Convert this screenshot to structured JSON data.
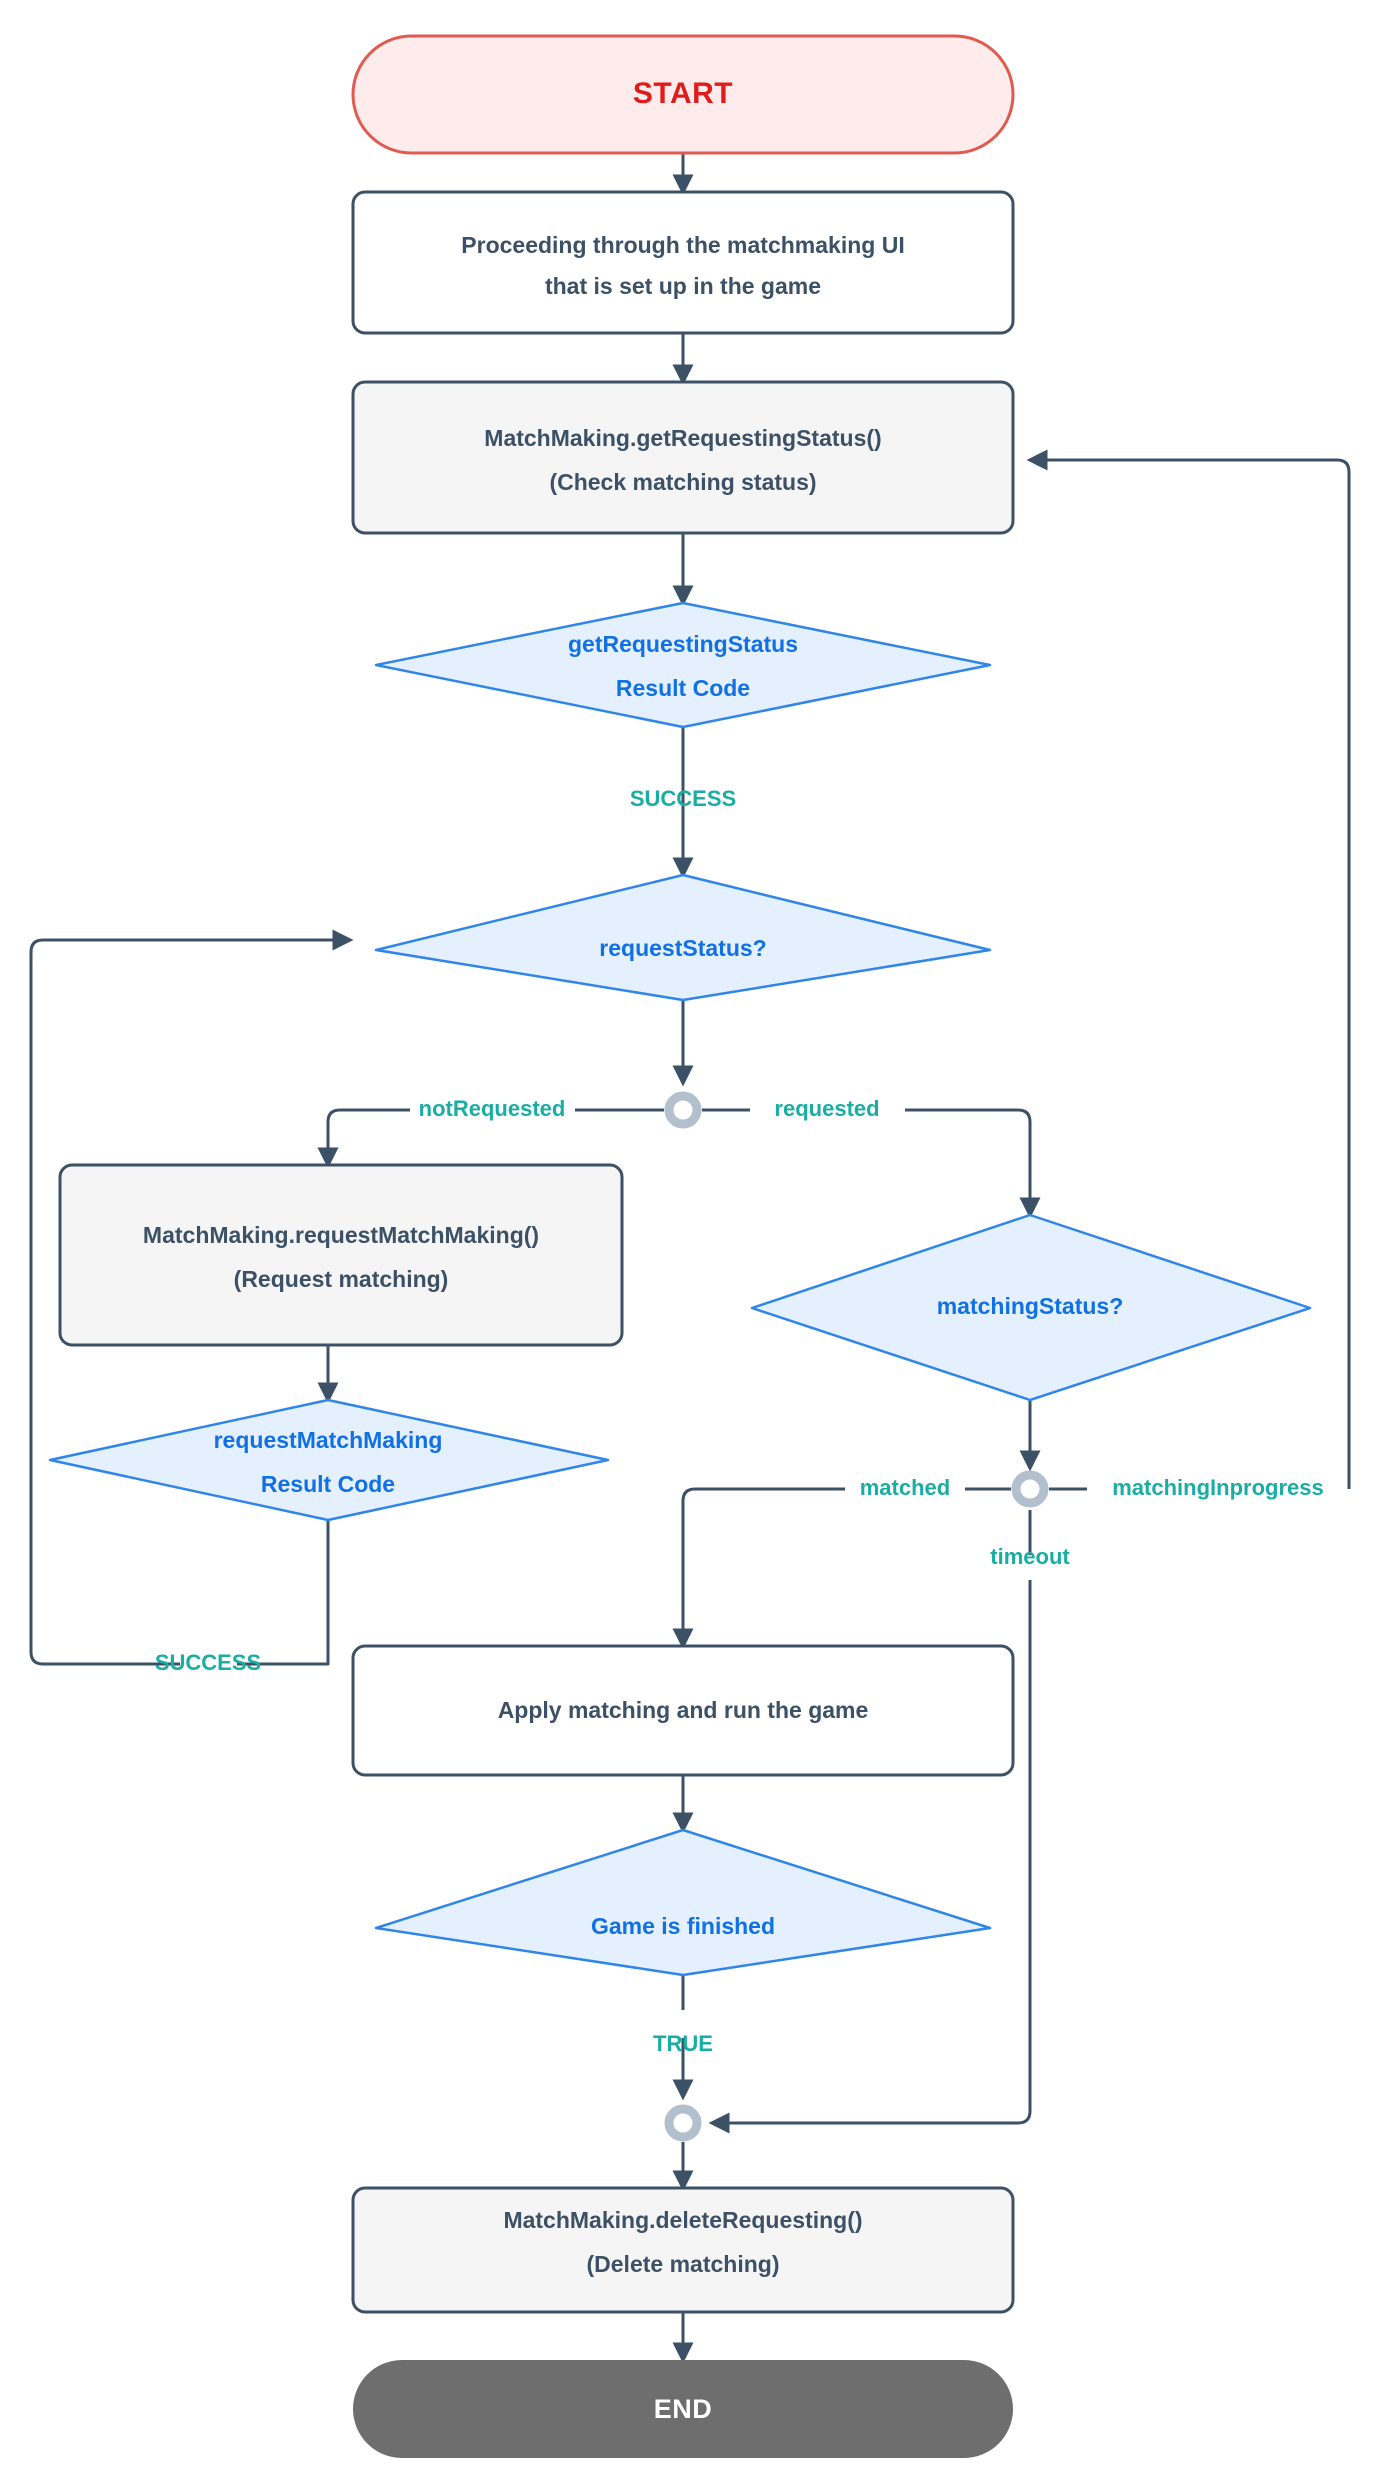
{
  "diagram": {
    "title": "Matchmaking flow",
    "colors": {
      "start_fill": "#fdeceb",
      "start_border": "#e2594f",
      "start_text": "#e01b1b",
      "end_fill": "#6e6e6e",
      "end_text": "#ffffff",
      "process_border": "#3d5166",
      "process_text": "#3d5166",
      "process_fill_white": "#ffffff",
      "process_fill_gray": "#f5f5f5",
      "decision_fill": "#e4f0fd",
      "decision_border": "#2f86e8",
      "decision_text": "#1170e4",
      "edge_label_text": "#1aada4",
      "edge_line": "#3d5166",
      "junction_ring": "#b2bfcd"
    }
  },
  "nodes": {
    "start": {
      "type": "terminator-start",
      "label": "START"
    },
    "ui_step": {
      "type": "process",
      "line1": "Proceeding through the matchmaking UI",
      "line2": "that is set up in the game"
    },
    "get_status": {
      "type": "process",
      "line1": "MatchMaking.getRequestingStatus()",
      "line2": "(Check matching status)"
    },
    "get_status_result": {
      "type": "decision",
      "line1": "getRequestingStatus",
      "line2": "Result Code"
    },
    "request_status": {
      "type": "decision",
      "line1": "requestStatus?"
    },
    "request_match": {
      "type": "process",
      "line1": "MatchMaking.requestMatchMaking()",
      "line2": "(Request matching)"
    },
    "request_match_result": {
      "type": "decision",
      "line1": "requestMatchMaking",
      "line2": "Result Code"
    },
    "matching_status": {
      "type": "decision",
      "line1": "matchingStatus?"
    },
    "apply_matching": {
      "type": "process",
      "line1": "Apply matching and run the game"
    },
    "game_finished": {
      "type": "decision",
      "line1": "Game is finished"
    },
    "delete_requesting": {
      "type": "process",
      "line1": "MatchMaking.deleteRequesting()",
      "line2": "(Delete matching)"
    },
    "end": {
      "type": "terminator-end",
      "label": "END"
    },
    "junction_request_status": {
      "type": "junction",
      "name": "request-status-junction"
    },
    "junction_matching_status": {
      "type": "junction",
      "name": "matching-status-junction"
    },
    "junction_merge_end": {
      "type": "junction",
      "name": "end-merge-junction"
    }
  },
  "edge_labels": {
    "success_top": "SUCCESS",
    "not_requested": "notRequested",
    "requested": "requested",
    "success_left": "SUCCESS",
    "matched": "matched",
    "matching_inprogress": "matchingInprogress",
    "timeout": "timeout",
    "true_label": "TRUE"
  },
  "chart_data": {
    "type": "flowchart",
    "direction": "top-to-bottom",
    "nodes": [
      {
        "id": "start",
        "shape": "stadium",
        "text": "START"
      },
      {
        "id": "ui_step",
        "shape": "rounded-rect",
        "text": "Proceeding through the matchmaking UI that is set up in the game"
      },
      {
        "id": "get_status",
        "shape": "rounded-rect",
        "text": "MatchMaking.getRequestingStatus() (Check matching status)"
      },
      {
        "id": "get_status_result",
        "shape": "diamond",
        "text": "getRequestingStatus Result Code"
      },
      {
        "id": "request_status",
        "shape": "diamond",
        "text": "requestStatus?"
      },
      {
        "id": "request_match",
        "shape": "rounded-rect",
        "text": "MatchMaking.requestMatchMaking() (Request matching)"
      },
      {
        "id": "request_match_result",
        "shape": "diamond",
        "text": "requestMatchMaking Result Code"
      },
      {
        "id": "matching_status",
        "shape": "diamond",
        "text": "matchingStatus?"
      },
      {
        "id": "apply_matching",
        "shape": "rounded-rect",
        "text": "Apply matching and run the game"
      },
      {
        "id": "game_finished",
        "shape": "diamond",
        "text": "Game is finished"
      },
      {
        "id": "delete_requesting",
        "shape": "rounded-rect",
        "text": "MatchMaking.deleteRequesting() (Delete matching)"
      },
      {
        "id": "end",
        "shape": "stadium",
        "text": "END"
      }
    ],
    "edges": [
      {
        "from": "start",
        "to": "ui_step",
        "label": ""
      },
      {
        "from": "ui_step",
        "to": "get_status",
        "label": ""
      },
      {
        "from": "get_status",
        "to": "get_status_result",
        "label": ""
      },
      {
        "from": "get_status_result",
        "to": "request_status",
        "label": "SUCCESS"
      },
      {
        "from": "request_status",
        "to": "request_match",
        "label": "notRequested"
      },
      {
        "from": "request_status",
        "to": "matching_status",
        "label": "requested"
      },
      {
        "from": "request_match",
        "to": "request_match_result",
        "label": ""
      },
      {
        "from": "request_match_result",
        "to": "request_status",
        "label": "SUCCESS"
      },
      {
        "from": "matching_status",
        "to": "apply_matching",
        "label": "matched"
      },
      {
        "from": "matching_status",
        "to": "get_status",
        "label": "matchingInprogress"
      },
      {
        "from": "matching_status",
        "to": "delete_requesting",
        "label": "timeout"
      },
      {
        "from": "apply_matching",
        "to": "game_finished",
        "label": ""
      },
      {
        "from": "game_finished",
        "to": "delete_requesting",
        "label": "TRUE"
      },
      {
        "from": "delete_requesting",
        "to": "end",
        "label": ""
      }
    ]
  }
}
